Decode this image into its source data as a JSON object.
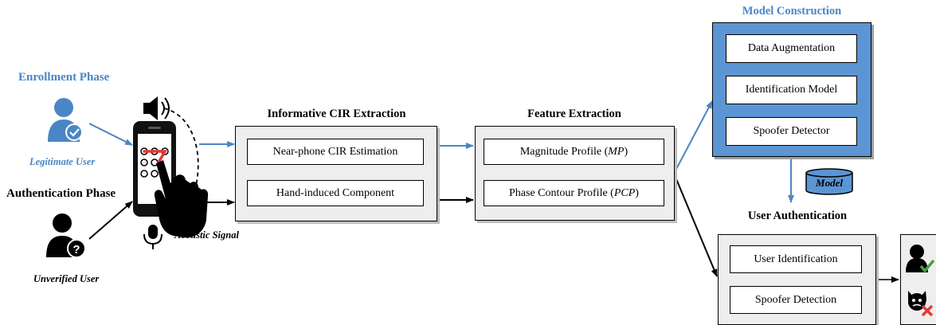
{
  "enrollment": {
    "title": "Enrollment Phase",
    "user_label": "Legitimate User"
  },
  "authentication": {
    "title": "Authentication Phase",
    "user_label": "Unverified User"
  },
  "phone": {
    "signal_label": "Acoustic Signal"
  },
  "cir_extraction": {
    "title": "Informative CIR Extraction",
    "items": [
      "Near-phone CIR Estimation",
      "Hand-induced Component"
    ]
  },
  "feature_extraction": {
    "title": "Feature Extraction",
    "items": [
      {
        "text": "Magnitude Profile (",
        "abbr": "MP",
        "suffix": ")"
      },
      {
        "text": "Phase Contour Profile (",
        "abbr": "PCP",
        "suffix": ")"
      }
    ]
  },
  "model_construction": {
    "title": "Model Construction",
    "items": [
      "Data Augmentation",
      "Identification Model",
      "Spoofer Detector"
    ]
  },
  "model_db": {
    "label": "Model"
  },
  "user_authentication": {
    "title": "User Authentication",
    "items": [
      "User Identification",
      "Spoofer Detection"
    ]
  },
  "colors": {
    "accent": "#4a86c5",
    "panel_blue": "#5b95d3",
    "panel_gray": "#eeeeee",
    "error_red": "#e53935",
    "ok_green": "#43a047"
  },
  "icons": [
    "legitimate-user-icon",
    "unverified-user-icon",
    "speaker-icon",
    "phone-icon",
    "hand-icon",
    "microphone-icon",
    "database-icon",
    "accepted-user-icon",
    "rejected-spoofer-icon"
  ]
}
